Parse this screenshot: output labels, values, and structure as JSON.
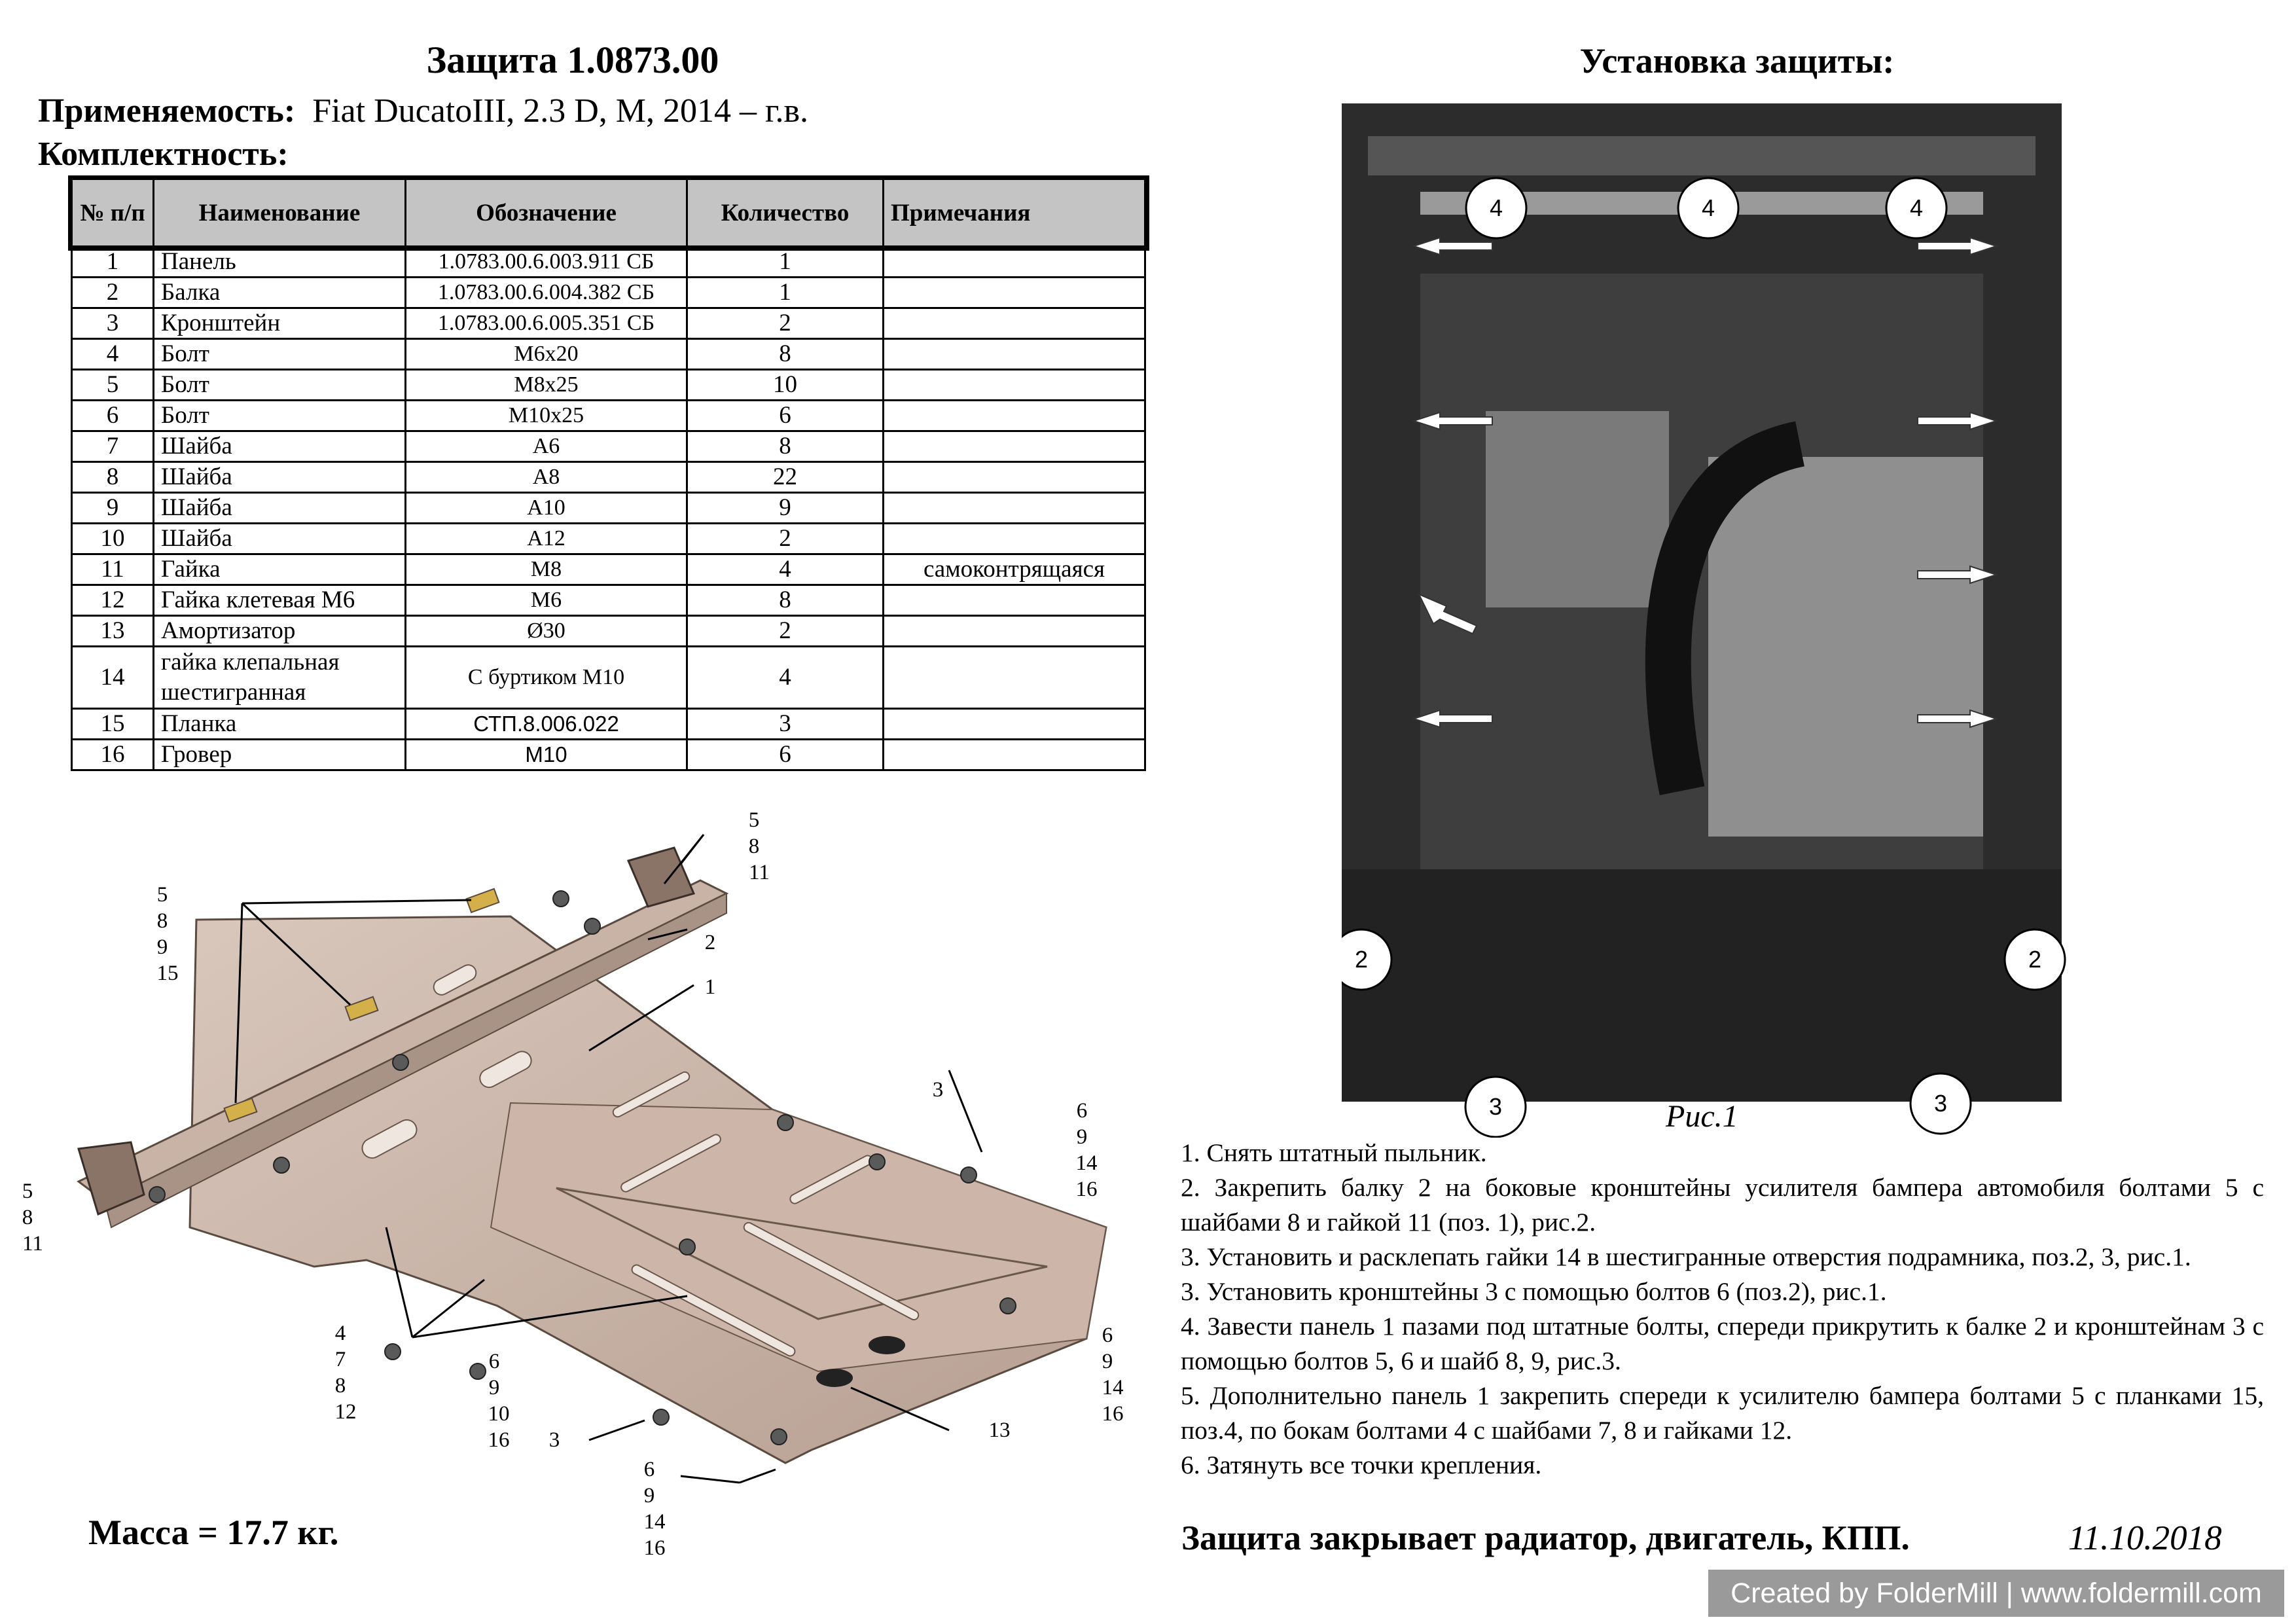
{
  "header": {
    "title": "Защита 1.0873.00",
    "applicability_label": "Применяемость:",
    "applicability_value": "Fiat DucatoIII, 2.3 D, M, 2014 – г.в.",
    "completeness_label": "Комплектность:"
  },
  "table": {
    "headers": [
      "№ п/п",
      "Наименование",
      "Обозначение",
      "Количество",
      "Примечания"
    ],
    "rows": [
      [
        "1",
        "Панель",
        "1.0783.00.6.003.911 СБ",
        "1",
        ""
      ],
      [
        "2",
        "Балка",
        "1.0783.00.6.004.382 СБ",
        "1",
        ""
      ],
      [
        "3",
        "Кронштейн",
        "1.0783.00.6.005.351 СБ",
        "2",
        ""
      ],
      [
        "4",
        "Болт",
        "М6х20",
        "8",
        ""
      ],
      [
        "5",
        "Болт",
        "М8х25",
        "10",
        ""
      ],
      [
        "6",
        "Болт",
        "М10х25",
        "6",
        ""
      ],
      [
        "7",
        "Шайба",
        "А6",
        "8",
        ""
      ],
      [
        "8",
        "Шайба",
        "А8",
        "22",
        ""
      ],
      [
        "9",
        "Шайба",
        "А10",
        "9",
        ""
      ],
      [
        "10",
        "Шайба",
        "А12",
        "2",
        ""
      ],
      [
        "11",
        "Гайка",
        "М8",
        "4",
        "самоконтрящаяся"
      ],
      [
        "12",
        "Гайка клетевая М6",
        "М6",
        "8",
        ""
      ],
      [
        "13",
        "Амортизатор",
        "Ø30",
        "2",
        ""
      ],
      [
        "14",
        "гайка клепальная шестигранная",
        "С буртиком М10",
        "4",
        ""
      ],
      [
        "15",
        "Планка",
        "СТП.8.006.022",
        "3",
        ""
      ],
      [
        "16",
        "Гровер",
        "М10",
        "6",
        ""
      ]
    ]
  },
  "drawing": {
    "callouts": {
      "top_right": [
        "5",
        "8",
        "11"
      ],
      "left_group": [
        "5",
        "8",
        "9",
        "15"
      ],
      "part_2": "2",
      "part_1": "1",
      "far_left": [
        "5",
        "8",
        "11"
      ],
      "part_3_right": "3",
      "right_upper": [
        "6",
        "9",
        "14",
        "16"
      ],
      "right_lower": [
        "6",
        "9",
        "14",
        "16"
      ],
      "bottom_left": [
        "4",
        "7",
        "8",
        "12"
      ],
      "bottom_mid": [
        "6",
        "9",
        "10",
        "16"
      ],
      "part_3_bottom": "3",
      "bottom": [
        "6",
        "9",
        "14",
        "16"
      ],
      "part_13": "13"
    }
  },
  "mass": "Масса = 17.7 кг.",
  "install": {
    "heading": "Установка защиты:",
    "markers": {
      "top_left": "4",
      "top_center": "4",
      "top_right": "4",
      "side_left": "2",
      "side_right": "2",
      "bottom_left": "3",
      "bottom_right": "3"
    },
    "figure_caption": "Рис.1",
    "steps": [
      "1. Снять штатный пыльник.",
      "2. Закрепить балку 2 на боковые кронштейны усилителя бампера автомобиля болтами 5 с шайбами 8 и гайкой 11 (поз. 1), рис.2.",
      "3. Установить и расклепать гайки 14 в шестигранные отверстия подрамника, поз.2, 3, рис.1.",
      "3. Установить кронштейны 3 с помощью болтов 6 (поз.2), рис.1.",
      "4. Завести панель 1 пазами под штатные болты, спереди прикрутить к балке 2 и кронштейнам 3 с помощью болтов 5, 6 и шайб 8, 9, рис.3.",
      "5. Дополнительно панель 1 закрепить спереди к усилителю бампера болтами 5 с планками 15, поз.4, по бокам болтами 4 с шайбами 7, 8 и гайками 12.",
      "6. Затянуть все точки крепления."
    ],
    "closing": "Защита закрывает радиатор, двигатель, КПП.",
    "date": "11.10.2018"
  },
  "footer": {
    "watermark": "Created by FolderMill | www.foldermill.com"
  },
  "colors": {
    "table_header_bg": "#c4c4c4",
    "drawing_metal": "#c9b3a6",
    "photo_dark": "#2c2c2c",
    "footer_bg": "#9a9a9a"
  }
}
